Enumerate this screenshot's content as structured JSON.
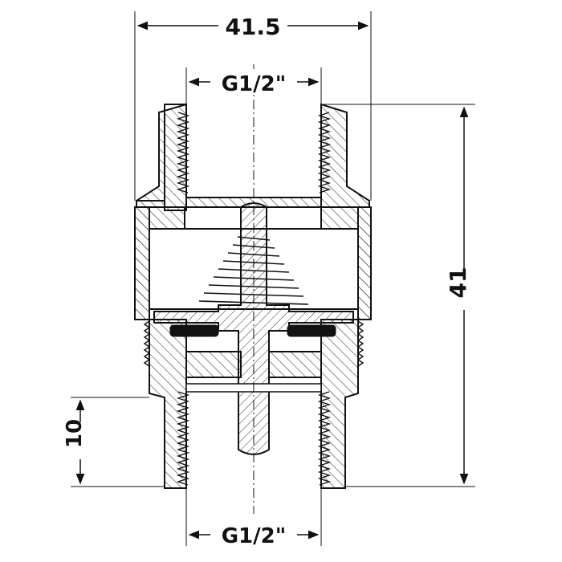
{
  "dimensions": {
    "overall_width": "41.5",
    "top_thread": "G1/2\"",
    "overall_height": "41",
    "thread_length": "10",
    "bottom_thread": "G1/2\""
  },
  "colors": {
    "stroke": "#111111",
    "hatch": "#333333",
    "gasket": "#111111",
    "background": "#ffffff"
  }
}
